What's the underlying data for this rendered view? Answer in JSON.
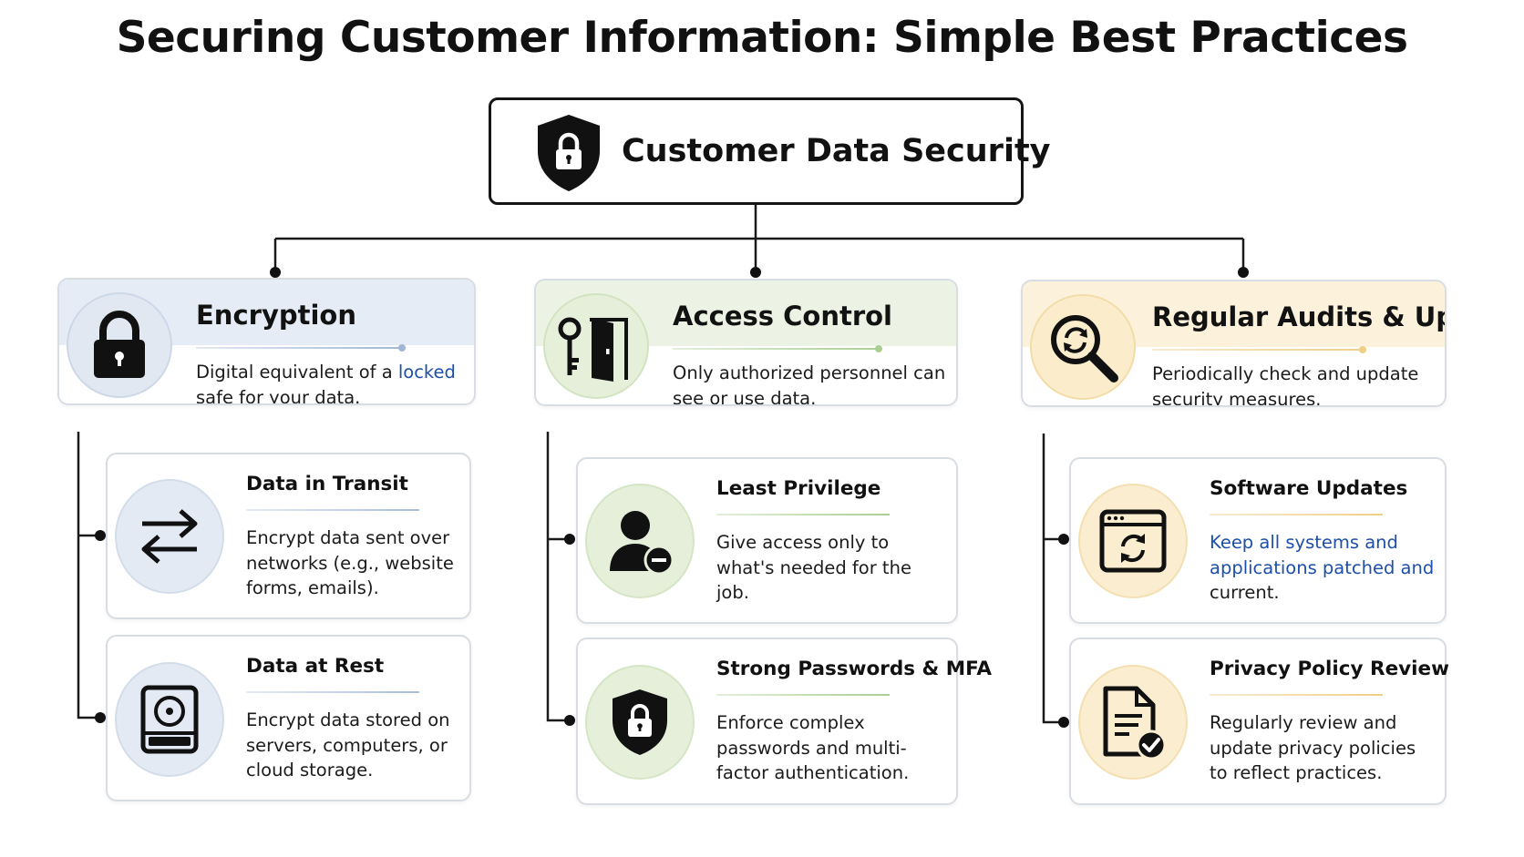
{
  "title": "Securing Customer Information: Simple Best Practices",
  "root": {
    "label": "Customer Data Security",
    "icon": "shield-lock-icon"
  },
  "colors": {
    "encryption_tint": "#e6ecf5",
    "encryption_accent": "#9fb6d6",
    "access_tint": "#e9f1e0",
    "access_accent": "#a9cf92",
    "audit_tint": "#fcf1d9",
    "audit_accent": "#f0cf86",
    "link_blue": "#1d4fa8"
  },
  "categories": [
    {
      "title": "Encryption",
      "icon": "padlock-icon",
      "desc_plain": "Digital equivalent of a",
      "desc_highlight": "locked",
      "desc_end": "safe for your data.",
      "items": [
        {
          "title": "Data in Transit",
          "icon": "transfer-arrows-icon",
          "desc": "Encrypt data sent over networks (e.g., website forms, emails)."
        },
        {
          "title": "Data at Rest",
          "icon": "hard-drive-icon",
          "desc": "Encrypt data stored on servers, computers, or cloud storage."
        }
      ]
    },
    {
      "title": "Access Control",
      "icon": "key-door-icon",
      "desc": "Only authorized personnel can see or use data.",
      "items": [
        {
          "title": "Least Privilege",
          "icon": "user-minus-icon",
          "desc": "Give access only to what's needed for the job."
        },
        {
          "title": "Strong Passwords & MFA",
          "icon": "shield-lock-icon",
          "desc": "Enforce complex passwords and multi-factor authentication."
        }
      ]
    },
    {
      "title": "Regular Audits & Updates",
      "icon": "search-refresh-icon",
      "desc": "Periodically check and update security measures.",
      "items": [
        {
          "title": "Software Updates",
          "icon": "browser-refresh-icon",
          "desc": "Keep all systems and applications patched and",
          "desc_end": "current."
        },
        {
          "title": "Privacy Policy Review",
          "icon": "document-check-icon",
          "desc": "Regularly review and update privacy policies to reflect practices."
        }
      ]
    }
  ]
}
